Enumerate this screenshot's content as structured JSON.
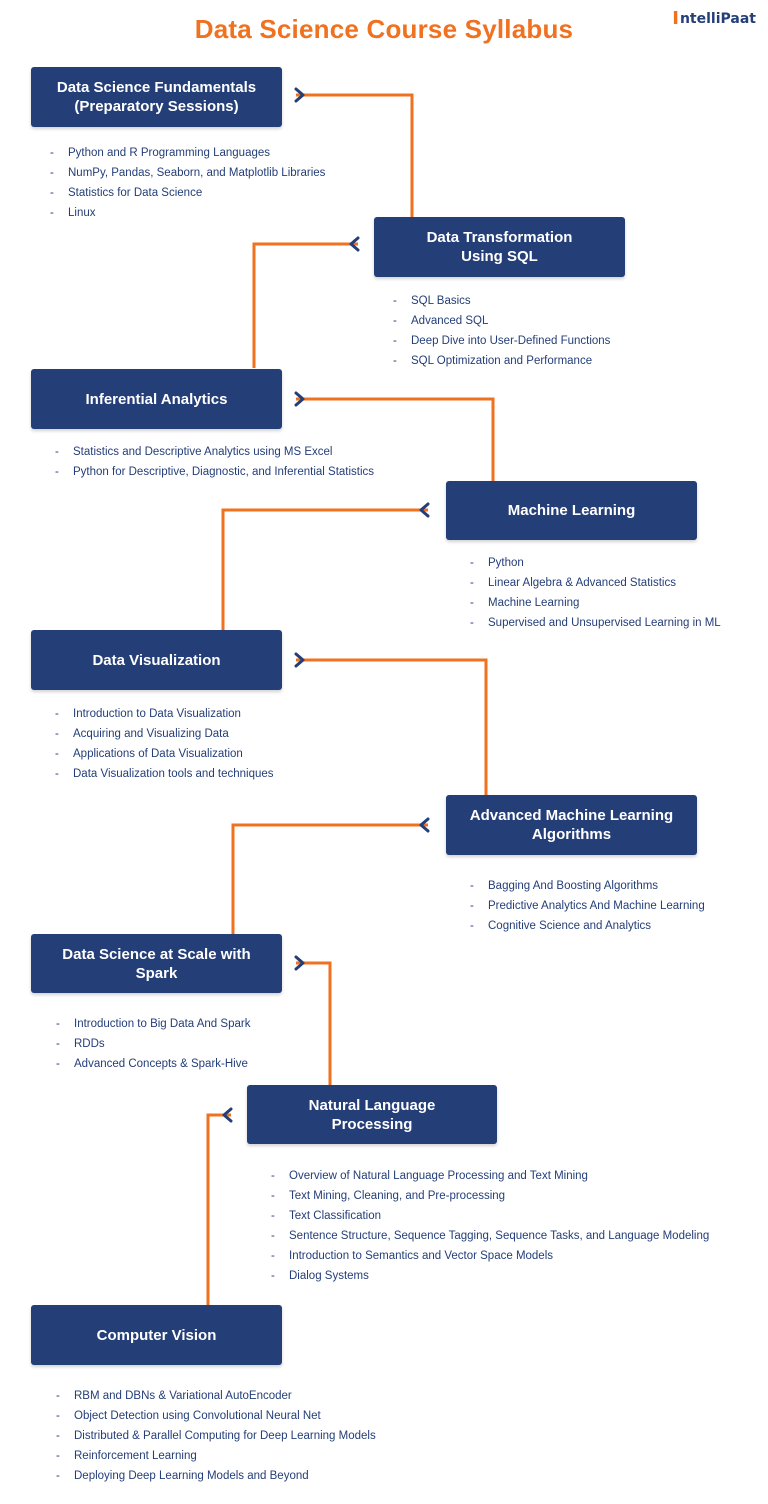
{
  "header": {
    "title": "Data Science Course Syllabus",
    "logo_text": "ntelliPaat",
    "logo_mark": "I"
  },
  "colors": {
    "box": "#243e78",
    "connector": "#f0711f",
    "title": "#f0711f"
  },
  "modules": [
    {
      "title_line1": "Data Science Fundamentals",
      "title_line2": "(Preparatory Sessions)",
      "items": [
        "Python and R Programming Languages",
        "NumPy, Pandas, Seaborn, and Matplotlib Libraries",
        "Statistics for Data Science",
        "Linux"
      ]
    },
    {
      "title_line1": "Data Transformation",
      "title_line2": "Using SQL",
      "items": [
        "SQL Basics",
        "Advanced SQL",
        "Deep Dive into User-Defined Functions",
        "SQL Optimization and Performance"
      ]
    },
    {
      "title_line1": "Inferential Analytics",
      "title_line2": "",
      "items": [
        "Statistics and Descriptive Analytics using MS Excel",
        "Python for Descriptive, Diagnostic, and Inferential Statistics"
      ]
    },
    {
      "title_line1": "Machine Learning",
      "title_line2": "",
      "items": [
        "Python",
        "Linear Algebra & Advanced Statistics",
        "Machine Learning",
        "Supervised and Unsupervised Learning in ML"
      ]
    },
    {
      "title_line1": "Data Visualization",
      "title_line2": "",
      "items": [
        "Introduction to Data Visualization",
        "Acquiring and Visualizing Data",
        "Applications of Data Visualization",
        "Data Visualization tools and techniques"
      ]
    },
    {
      "title_line1": "Advanced Machine Learning",
      "title_line2": "Algorithms",
      "items": [
        "Bagging And Boosting Algorithms",
        "Predictive Analytics And Machine Learning",
        "Cognitive Science and Analytics"
      ]
    },
    {
      "title_line1": "Data Science at Scale with",
      "title_line2": "Spark",
      "items": [
        "Introduction to Big Data And Spark",
        "RDDs",
        "Advanced Concepts & Spark-Hive"
      ]
    },
    {
      "title_line1": "Natural Language",
      "title_line2": "Processing",
      "items": [
        "Overview of Natural Language Processing and Text Mining",
        "Text Mining, Cleaning, and Pre-processing",
        "Text Classification",
        "Sentence Structure, Sequence Tagging, Sequence Tasks, and Language Modeling",
        "Introduction to Semantics and Vector Space Models",
        "Dialog Systems"
      ]
    },
    {
      "title_line1": "Computer Vision",
      "title_line2": "",
      "items": [
        "RBM and DBNs & Variational AutoEncoder",
        "Object Detection using Convolutional Neural Net",
        "Distributed & Parallel Computing for Deep Learning Models",
        "Reinforcement Learning",
        "Deploying Deep Learning Models and Beyond"
      ]
    }
  ]
}
